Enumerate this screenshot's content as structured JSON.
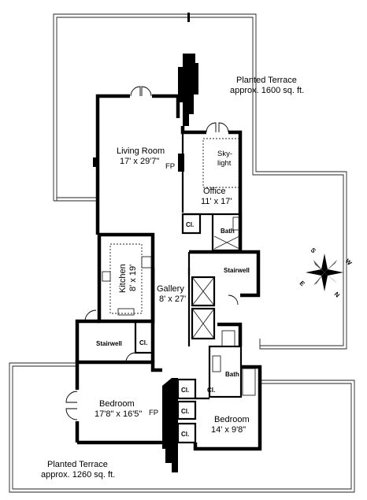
{
  "rooms": {
    "terrace_top": {
      "name": "Planted Terrace",
      "size": "approx. 1600 sq. ft."
    },
    "living_room": {
      "name": "Living Room",
      "size": "17' x 29'7\""
    },
    "fireplace_top": "FP",
    "skylight_line1": "Sky-",
    "skylight_line2": "light",
    "office": {
      "name": "Office",
      "size": "11' x 17'"
    },
    "closet_office": "Cl.",
    "bath_office": "Bath",
    "stairwell_east": "Stairwell",
    "kitchen": {
      "name": "Kitchen",
      "size": "8' x 19'"
    },
    "gallery": {
      "name": "Gallery",
      "size": "8' x 27'"
    },
    "stairwell_west": "Stairwell",
    "closet_west": "Cl.",
    "bath_south": "Bath",
    "closet_1": "Cl.",
    "closet_2": "Cl.",
    "closet_3": "Cl.",
    "closet_4": "Cl.",
    "bedroom_1": {
      "name": "Bedroom",
      "size": "17'8\" x 16'5\""
    },
    "fireplace_bottom": "FP",
    "bedroom_2": {
      "name": "Bedroom",
      "size": "14' x 9'8\""
    },
    "terrace_bottom": {
      "name": "Planted Terrace",
      "size": "approx. 1260 sq. ft."
    }
  },
  "compass": {
    "north": "N",
    "south": "S",
    "east": "E",
    "west": "W"
  }
}
